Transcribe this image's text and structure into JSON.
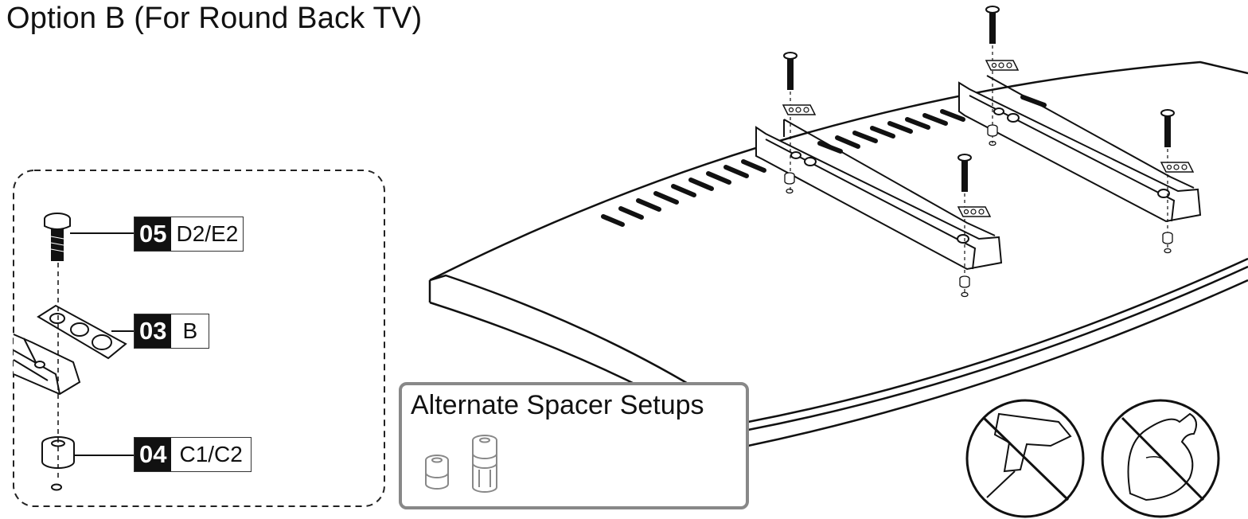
{
  "title": "Option B (For Round Back TV)",
  "callouts": [
    {
      "number": "05",
      "code": "D2/E2"
    },
    {
      "number": "03",
      "code": "B"
    },
    {
      "number": "04",
      "code": "C1/C2"
    }
  ],
  "alternate_spacers": {
    "title": "Alternate Spacer Setups"
  },
  "warnings": {
    "no_drill": "no-power-drill-icon",
    "no_force": "no-excessive-force-icon"
  }
}
